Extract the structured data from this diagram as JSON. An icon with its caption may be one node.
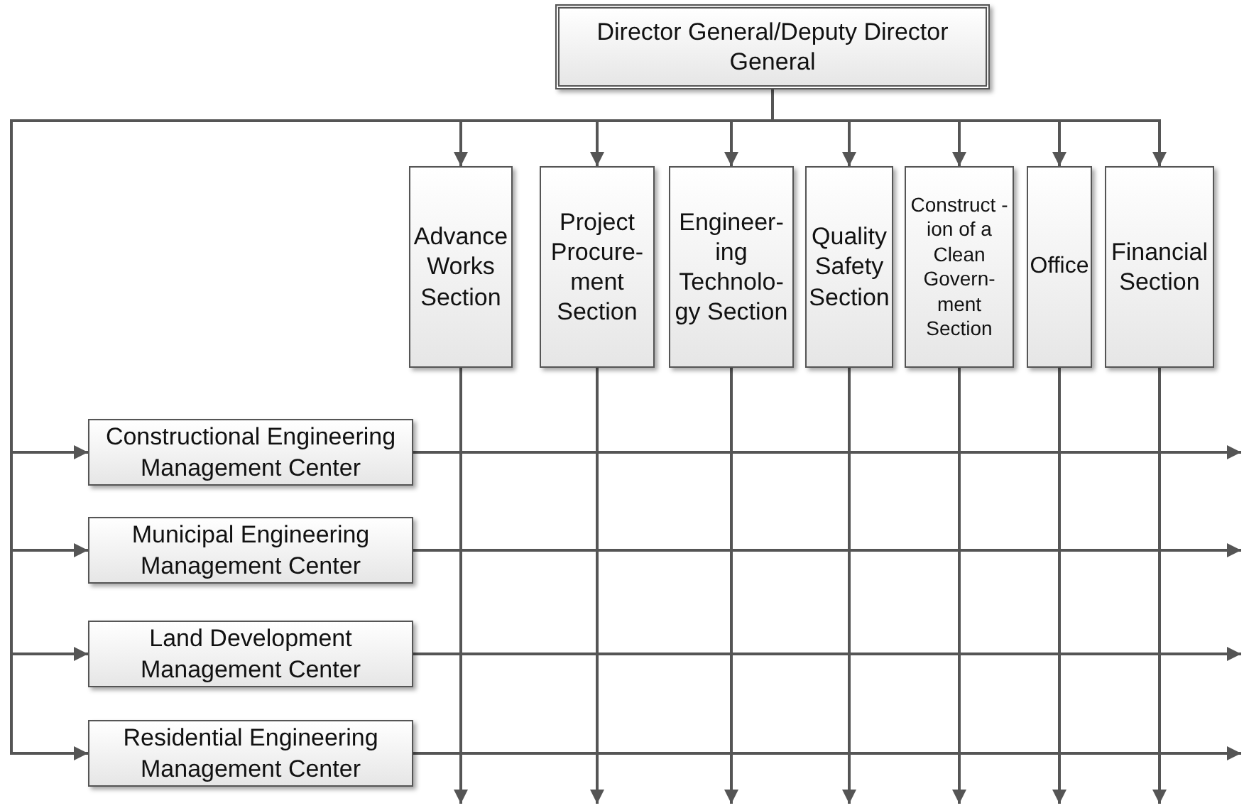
{
  "diagram": {
    "nodes": [
      {
        "text": [
          "Director General/Deputy Director General"
        ]
      },
      {
        "text": [
          "Advance Works Section"
        ]
      },
      {
        "text": [
          "Project Procure- ment Section"
        ]
      },
      {
        "text": [
          "Engineer- ing Technolo- gy Section"
        ]
      },
      {
        "text": [
          "Quality Safety Section"
        ]
      },
      {
        "text": [
          "Construct -ion of a Clean Govern- ment Section"
        ]
      },
      {
        "text": [
          "Office"
        ]
      },
      {
        "text": [
          "Financial Section"
        ]
      },
      {
        "text": [
          "Constructional Engineering Management Center"
        ]
      },
      {
        "text": [
          "Municipal Engineering Management Center"
        ]
      },
      {
        "text": [
          "Land Development Management Center"
        ]
      },
      {
        "text": [
          "Residential Engineering Management Center"
        ]
      }
    ],
    "edges": [
      {
        "from": 0,
        "to": 1,
        "arrow": "to"
      },
      {
        "from": 0,
        "to": 2,
        "arrow": "to"
      },
      {
        "from": 0,
        "to": 3,
        "arrow": "to"
      },
      {
        "from": 0,
        "to": 4,
        "arrow": "to"
      },
      {
        "from": 0,
        "to": 5,
        "arrow": "to"
      },
      {
        "from": 0,
        "to": 6,
        "arrow": "to"
      },
      {
        "from": 0,
        "to": 7,
        "arrow": "to"
      },
      {
        "from": 0,
        "to": 8,
        "arrow": "to"
      },
      {
        "from": 0,
        "to": 9,
        "arrow": "to"
      },
      {
        "from": 0,
        "to": 10,
        "arrow": "to"
      },
      {
        "from": 0,
        "to": 11,
        "arrow": "to"
      },
      {
        "from": 1,
        "to": null,
        "arrow": "to"
      },
      {
        "from": 2,
        "to": null,
        "arrow": "to"
      },
      {
        "from": 3,
        "to": null,
        "arrow": "to"
      },
      {
        "from": 4,
        "to": null,
        "arrow": "to"
      },
      {
        "from": 5,
        "to": null,
        "arrow": "to"
      },
      {
        "from": 6,
        "to": null,
        "arrow": "to"
      },
      {
        "from": 7,
        "to": null,
        "arrow": "to"
      },
      {
        "from": 8,
        "to": null,
        "arrow": "to"
      },
      {
        "from": 9,
        "to": null,
        "arrow": "to"
      },
      {
        "from": 10,
        "to": null,
        "arrow": "to"
      },
      {
        "from": 11,
        "to": null,
        "arrow": "to"
      }
    ]
  }
}
